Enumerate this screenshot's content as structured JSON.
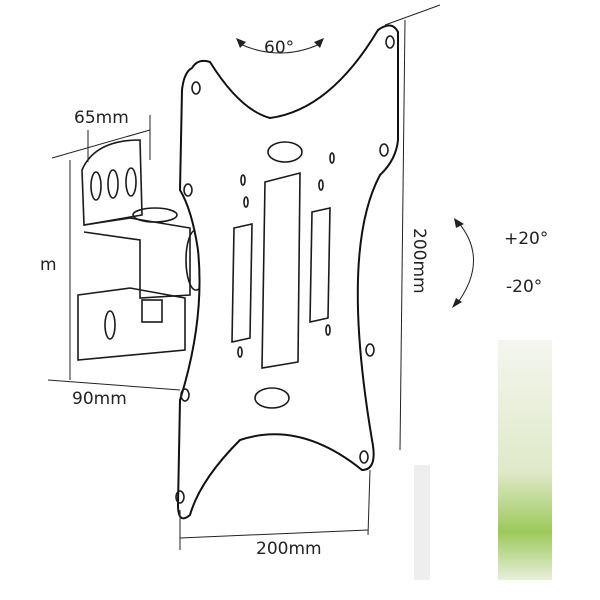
{
  "labels": {
    "swivel_angle": "60°",
    "bracket_width": "65mm",
    "bracket_depth": "90mm",
    "plate_height": "200mm",
    "plate_width": "200mm",
    "tilt_up": "+20°",
    "tilt_down": "-20°",
    "cropped_left": "m"
  },
  "colors": {
    "line": "#111111",
    "photo_green": "#8cc14a"
  }
}
